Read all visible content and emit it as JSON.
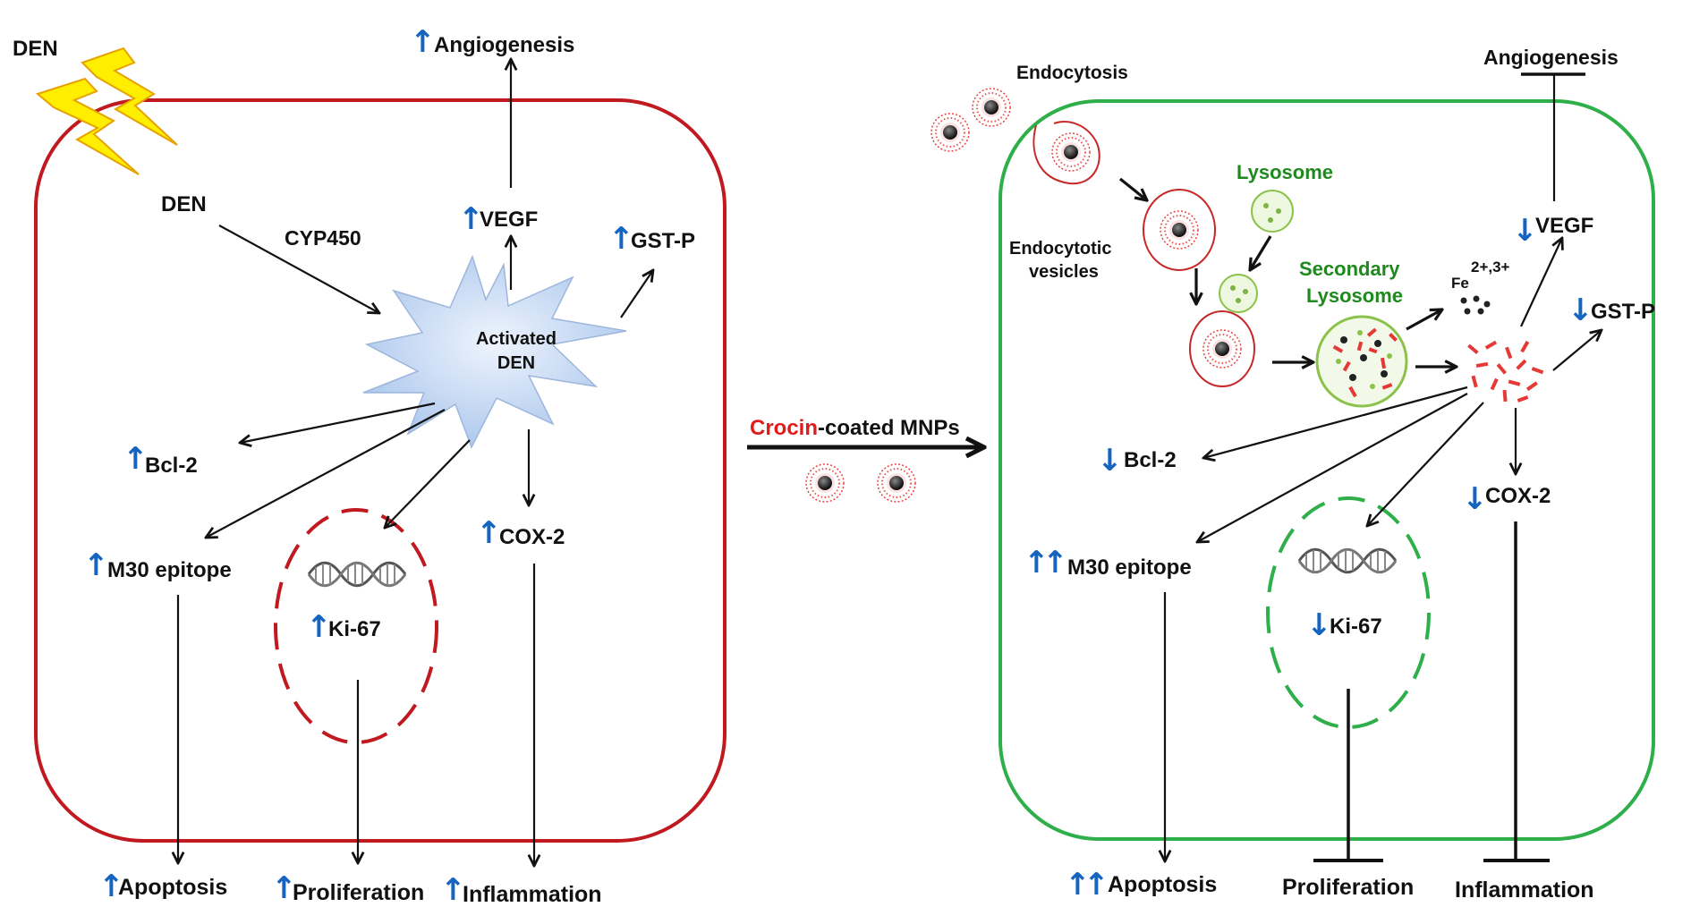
{
  "colors": {
    "left_cell": "#c0191f",
    "right_cell": "#2eaf4a",
    "arrow_blue": "#1565c0",
    "lysosome_green": "#1e8a1e",
    "crocin_red": "#e01b1b",
    "lightning": "#ffee00",
    "star_fill": "#c9dcf4",
    "particle_red": "#e53935"
  },
  "icons": {
    "lightning": "lightning-bolt-icon",
    "dna": "dna-helix-icon",
    "nanoparticle": "crocin-coated-nanoparticle-icon",
    "up_arrow": "up-arrow-icon",
    "down_arrow": "down-arrow-icon"
  },
  "left": {
    "den_corner": "DEN",
    "den_inside": "DEN",
    "cyp450": "CYP450",
    "activated_line1": "Activated",
    "activated_line2": "DEN",
    "angiogenesis": "Angiogenesis",
    "vegf": "VEGF",
    "gstp": "GST-P",
    "bcl2": "Bcl-2",
    "m30": "M30 epitope",
    "ki67": "Ki-67",
    "cox2": "COX-2",
    "apoptosis": "Apoptosis",
    "proliferation": "Proliferation",
    "inflammation": "Inflammation"
  },
  "middle": {
    "crocin": "Crocin",
    "rest": "-coated MNPs"
  },
  "right": {
    "endocytosis": "Endocytosis",
    "endocytotic_line1": "Endocytotic",
    "endocytotic_line2": "vesicles",
    "lysosome": "Lysosome",
    "secondary_line1": "Secondary",
    "secondary_line2": "Lysosome",
    "fe": "Fe",
    "fe_sup": "2+,3+",
    "angiogenesis": "Angiogenesis",
    "vegf": "VEGF",
    "gstp": "GST-P",
    "bcl2": "Bcl-2",
    "m30": "M30 epitope",
    "ki67": "Ki-67",
    "cox2": "COX-2",
    "apoptosis": "Apoptosis",
    "proliferation": "Proliferation",
    "inflammation": "Inflammation"
  }
}
